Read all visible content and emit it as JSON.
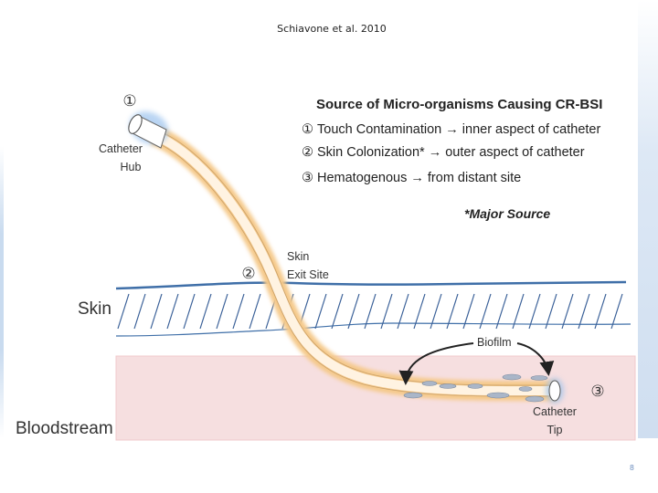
{
  "citation": "Schiavone et al. 2010",
  "title": "Source of Micro-organisms Causing CR-BSI",
  "sources": [
    {
      "marker": "①",
      "text": "Touch Contamination → inner aspect of catheter"
    },
    {
      "marker": "②",
      "text": "Skin Colonization* → outer aspect of catheter"
    },
    {
      "marker": "③",
      "text": "Hematogenous → from distant site"
    }
  ],
  "note": "*Major Source",
  "labels": {
    "hub_marker": "①",
    "hub_line1": "Catheter",
    "hub_line2": "Hub",
    "exit_marker": "②",
    "exit_line1": "Skin",
    "exit_line2": "Exit Site",
    "skin": "Skin",
    "bloodstream": "Bloodstream",
    "biofilm": "Biofilm",
    "tip_marker": "③",
    "tip_line1": "Catheter",
    "tip_line2": "Tip"
  },
  "page_number": "8",
  "colors": {
    "skin_line": "#3f6fa8",
    "hatch": "#3a6098",
    "blood": "#f6dfe0",
    "catheter_glow": "#f5c98a",
    "catheter_body": "#fff3e2"
  }
}
